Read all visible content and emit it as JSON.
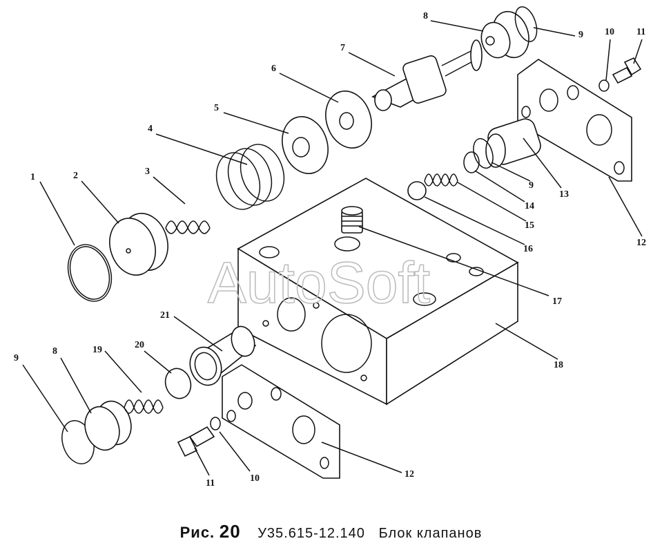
{
  "watermark": "AutoSoft",
  "caption": {
    "prefix": "Рис.",
    "number": "20",
    "code": "У35.615-12.140",
    "title": "Блок клапанов"
  },
  "callouts": [
    {
      "id": "c1",
      "label": "1"
    },
    {
      "id": "c2",
      "label": "2"
    },
    {
      "id": "c3",
      "label": "3"
    },
    {
      "id": "c4",
      "label": "4"
    },
    {
      "id": "c5",
      "label": "5"
    },
    {
      "id": "c6",
      "label": "6"
    },
    {
      "id": "c7",
      "label": "7"
    },
    {
      "id": "c8a",
      "label": "8"
    },
    {
      "id": "c9a",
      "label": "9"
    },
    {
      "id": "c10a",
      "label": "10"
    },
    {
      "id": "c11a",
      "label": "11"
    },
    {
      "id": "c12a",
      "label": "12"
    },
    {
      "id": "c13",
      "label": "13"
    },
    {
      "id": "c9b",
      "label": "9"
    },
    {
      "id": "c14",
      "label": "14"
    },
    {
      "id": "c15",
      "label": "15"
    },
    {
      "id": "c16",
      "label": "16"
    },
    {
      "id": "c17",
      "label": "17"
    },
    {
      "id": "c18",
      "label": "18"
    },
    {
      "id": "c21",
      "label": "21"
    },
    {
      "id": "c9c",
      "label": "9"
    },
    {
      "id": "c8b",
      "label": "8"
    },
    {
      "id": "c19",
      "label": "19"
    },
    {
      "id": "c20",
      "label": "20"
    },
    {
      "id": "c12b",
      "label": "12"
    },
    {
      "id": "c10b",
      "label": "10"
    },
    {
      "id": "c11b",
      "label": "11"
    }
  ]
}
